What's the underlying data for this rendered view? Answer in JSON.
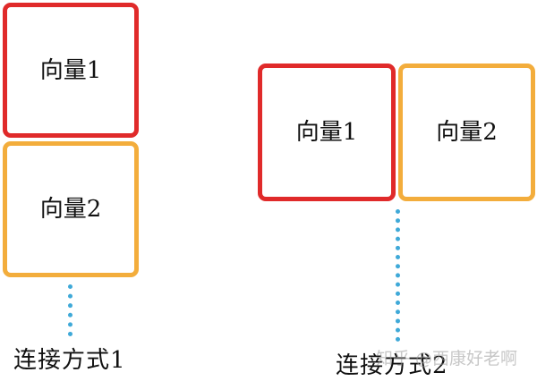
{
  "colors": {
    "vector1_border": "#e02a2a",
    "vector2_border": "#f3ad3c",
    "connector": "#3fa9d8",
    "watermark": "#9a9a9a"
  },
  "layout1": {
    "vector1_label": "向量1",
    "vector2_label": "向量2",
    "caption": "连接方式1"
  },
  "layout2": {
    "vector1_label": "向量1",
    "vector2_label": "向量2",
    "caption": "连接方式2"
  },
  "watermark": {
    "text": "知乎 @西康好老啊"
  }
}
